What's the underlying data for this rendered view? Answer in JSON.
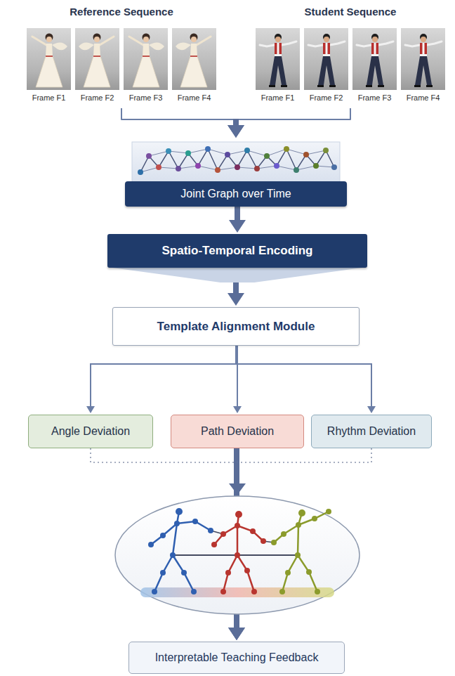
{
  "diagram": {
    "nodes": [
      {
        "text": [
          "Reference Sequence"
        ]
      },
      {
        "text": [
          "Student Sequence"
        ]
      },
      {
        "text": [
          "Joint Graph over Time"
        ]
      },
      {
        "text": [
          "Spatio-Temporal Encoding"
        ]
      },
      {
        "text": [
          "Template Alignment Module"
        ]
      },
      {
        "text": [
          "Angle Deviation"
        ]
      },
      {
        "text": [
          "Path Deviation"
        ]
      },
      {
        "text": [
          "Rhythm Deviation"
        ]
      },
      {
        "text": [
          "Interpretable Teaching Feedback"
        ]
      }
    ],
    "edges": [
      {
        "from": 0,
        "to": 2,
        "arrow": "to"
      },
      {
        "from": 1,
        "to": 2,
        "arrow": "to"
      },
      {
        "from": 2,
        "to": 3,
        "arrow": "to"
      },
      {
        "from": 3,
        "to": 4,
        "arrow": "to"
      },
      {
        "from": 4,
        "to": 5,
        "arrow": "to"
      },
      {
        "from": 4,
        "to": 6,
        "arrow": "to"
      },
      {
        "from": 4,
        "to": 7,
        "arrow": "to"
      },
      {
        "from": 5,
        "to": 8,
        "arrow": "to"
      },
      {
        "from": 6,
        "to": 8,
        "arrow": "to"
      },
      {
        "from": 7,
        "to": 8,
        "arrow": "to"
      }
    ],
    "labels": [
      "Frame F1",
      "Frame F2",
      "Frame F3",
      "Frame F4",
      "Frame F1",
      "Frame F2",
      "Frame F3",
      "Frame F4"
    ]
  }
}
